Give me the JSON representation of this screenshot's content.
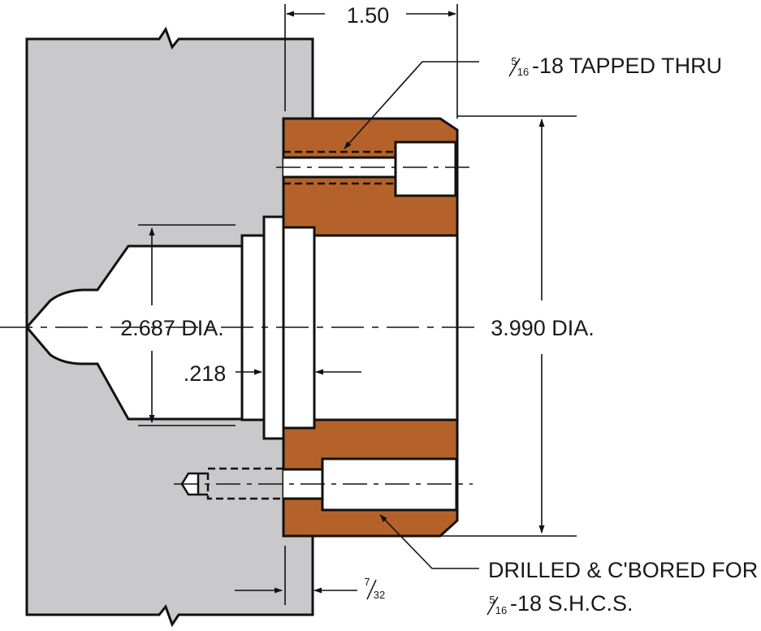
{
  "colors": {
    "background": "#ffffff",
    "base_plate": "#c9c9cb",
    "flange": "#b5622a",
    "outline": "#111111"
  },
  "labels": {
    "width_dim": "1.50",
    "tapped_thru": "-18 TAPPED THRU",
    "tapped_thru_fraction": {
      "num": "5",
      "den": "16"
    },
    "bore_dia": "2.687 DIA.",
    "outer_dia": "3.990 DIA.",
    "step_dim": ".218",
    "drilled_line1": "DRILLED & C'BORED FOR",
    "drilled_line2": "-18 S.H.C.S.",
    "drilled_fraction": {
      "num": "5",
      "den": "16"
    },
    "offset_fraction": {
      "num": "7",
      "den": "32"
    }
  }
}
